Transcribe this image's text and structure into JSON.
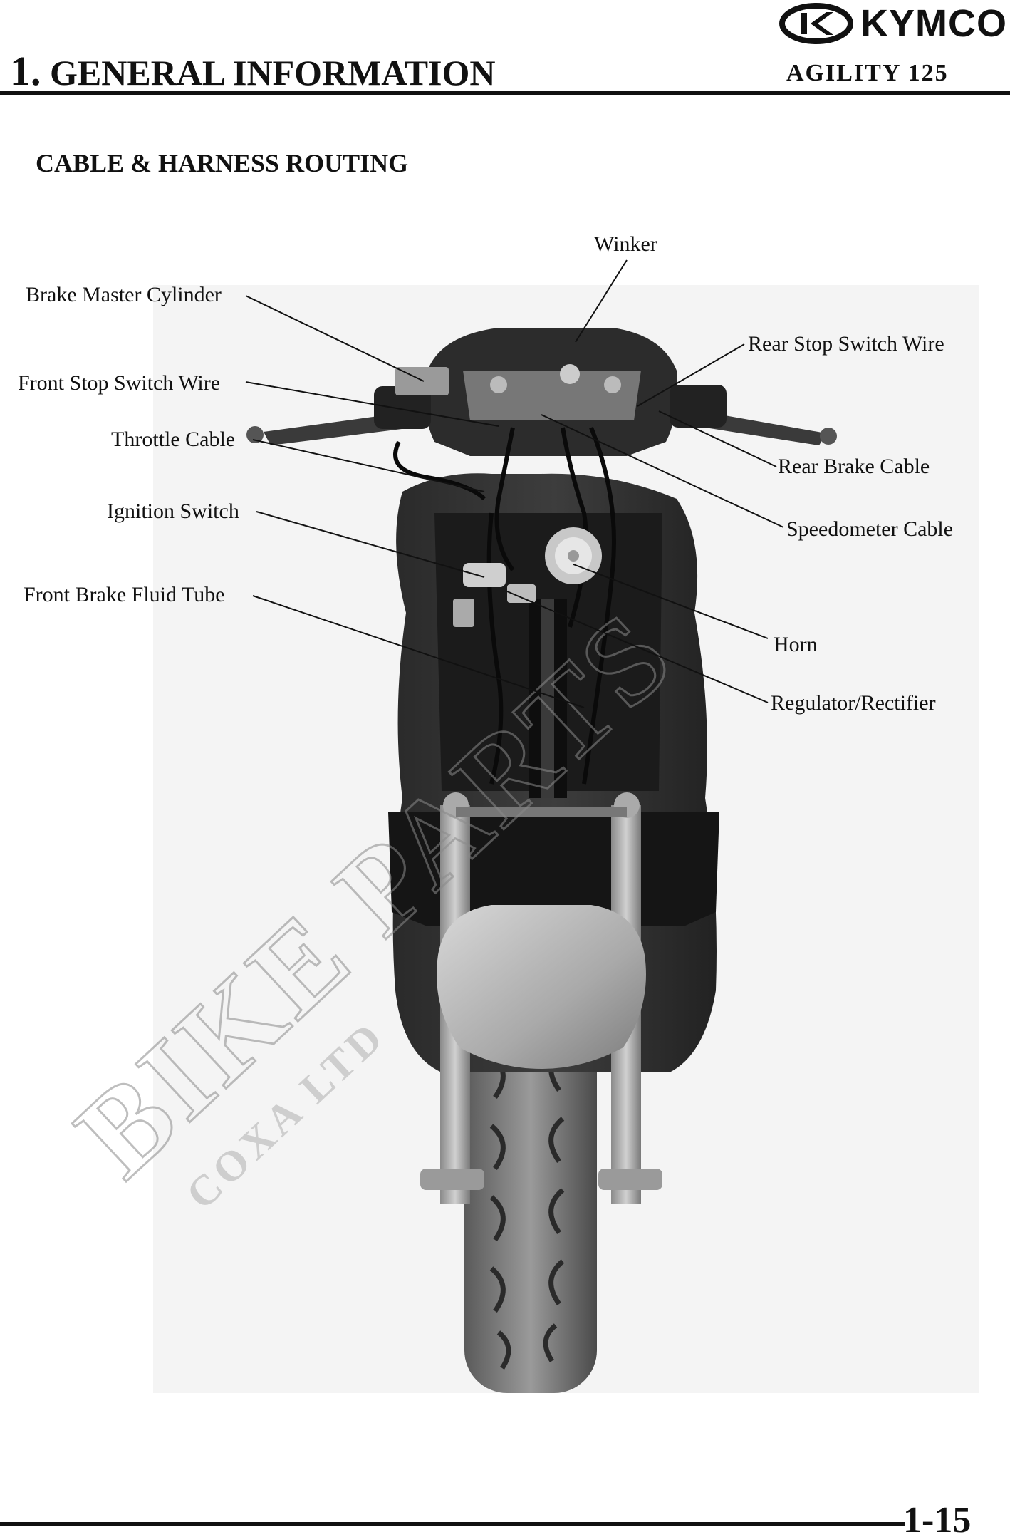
{
  "header": {
    "brand": "KYMCO",
    "chapter_number": "1.",
    "chapter_title": "GENERAL INFORMATION",
    "model": "AGILITY 125"
  },
  "section": {
    "title": "CABLE & HARNESS ROUTING"
  },
  "labels": {
    "winker": "Winker",
    "brake_master_cylinder": "Brake Master Cylinder",
    "rear_stop_switch_wire": "Rear Stop Switch Wire",
    "front_stop_switch_wire": "Front Stop Switch Wire",
    "throttle_cable": "Throttle Cable",
    "rear_brake_cable": "Rear Brake Cable",
    "ignition_switch": "Ignition Switch",
    "speedometer_cable": "Speedometer Cable",
    "front_brake_fluid_tube": "Front Brake Fluid Tube",
    "horn": "Horn",
    "regulator_rectifier": "Regulator/Rectifier"
  },
  "watermark": {
    "main": "BIKE PARTS",
    "sub": "COXA LTD"
  },
  "footer": {
    "page_number": "1-15"
  }
}
